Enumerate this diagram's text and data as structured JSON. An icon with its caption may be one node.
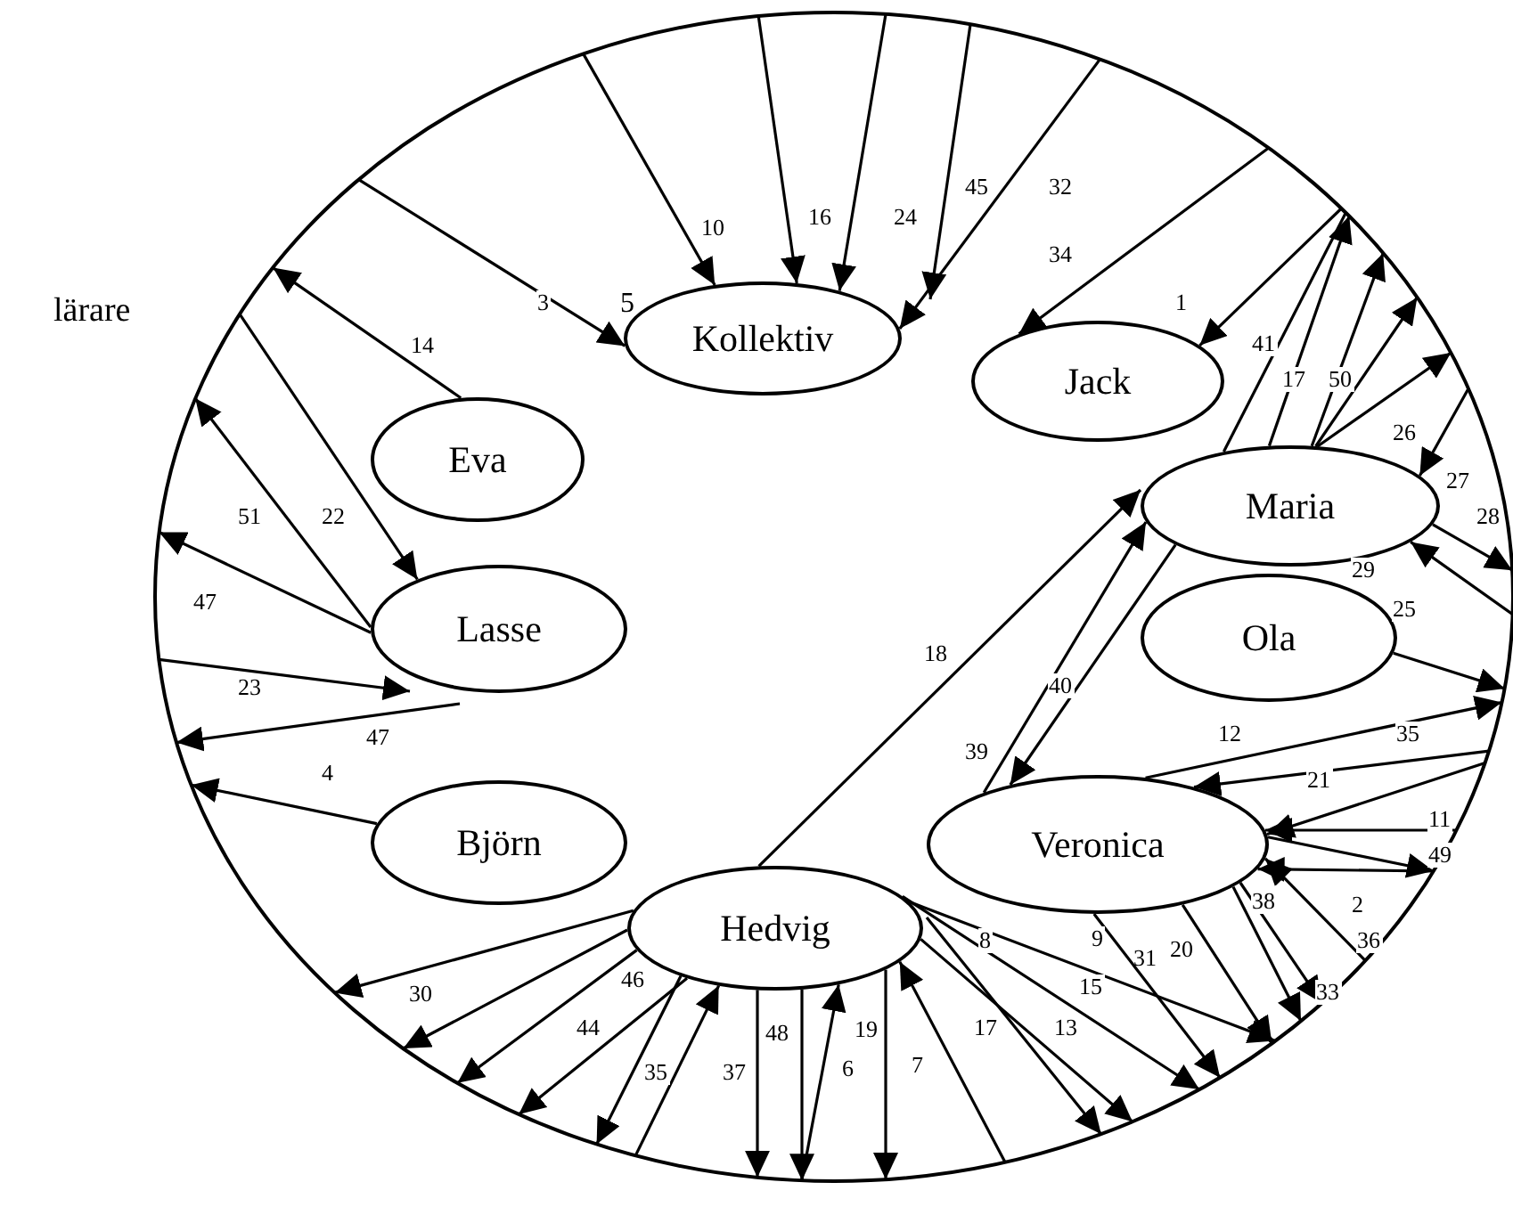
{
  "diagram": {
    "nodes": [
      {
        "text": [
          "lärare"
        ]
      },
      {
        "text": [
          "Kollektiv"
        ],
        "in": 0
      },
      {
        "text": [
          "Jack"
        ],
        "in": 0
      },
      {
        "text": [
          "Eva"
        ],
        "in": 0
      },
      {
        "text": [
          "Lasse"
        ],
        "in": 0
      },
      {
        "text": [
          "Maria"
        ],
        "in": 0
      },
      {
        "text": [
          "Ola"
        ],
        "in": 0
      },
      {
        "text": [
          "Björn"
        ],
        "in": 0
      },
      {
        "text": [
          "Veronica"
        ],
        "in": 0
      },
      {
        "text": [
          "Hedvig"
        ],
        "in": 0
      }
    ],
    "edges": [
      {
        "from": 0,
        "to": 1,
        "arrow": "to",
        "label": "10"
      },
      {
        "from": 0,
        "to": 1,
        "arrow": "to",
        "label": "3"
      },
      {
        "from": 0,
        "to": 1,
        "arrow": "to",
        "label": "16"
      },
      {
        "from": 0,
        "to": 1,
        "arrow": "to",
        "label": "24"
      },
      {
        "from": 0,
        "to": 1,
        "arrow": "to",
        "label": "45"
      },
      {
        "from": 0,
        "to": 1,
        "arrow": "to",
        "label": "32"
      },
      {
        "from": 0,
        "to": 2,
        "arrow": "to",
        "label": "34"
      },
      {
        "from": 0,
        "to": 2,
        "arrow": "to",
        "label": "1"
      },
      {
        "from": 3,
        "to": 0,
        "arrow": "to",
        "label": "14"
      },
      {
        "from": 0,
        "to": 4,
        "arrow": "to",
        "label": "22"
      },
      {
        "from": 4,
        "to": 0,
        "arrow": "to",
        "label": "51"
      },
      {
        "from": 4,
        "to": 0,
        "arrow": "to",
        "label": "47"
      },
      {
        "from": 0,
        "to": 4,
        "arrow": "to",
        "label": "23"
      },
      {
        "from": 4,
        "to": 0,
        "arrow": "to",
        "label": "47"
      },
      {
        "from": 7,
        "to": 0,
        "arrow": "to",
        "label": "4"
      },
      {
        "from": 5,
        "to": 0,
        "arrow": "none",
        "label": "41"
      },
      {
        "from": 5,
        "to": 0,
        "arrow": "to",
        "label": "17"
      },
      {
        "from": 5,
        "to": 0,
        "arrow": "to",
        "label": "50"
      },
      {
        "from": 5,
        "to": 0,
        "arrow": "to"
      },
      {
        "from": 5,
        "to": 0,
        "arrow": "to",
        "label": "26"
      },
      {
        "from": 0,
        "to": 5,
        "arrow": "to",
        "label": "27"
      },
      {
        "from": 5,
        "to": 0,
        "arrow": "to",
        "label": "28"
      },
      {
        "from": 0,
        "to": 5,
        "arrow": "to",
        "label": "29"
      },
      {
        "from": 6,
        "to": 0,
        "arrow": "to",
        "label": "25"
      },
      {
        "from": 9,
        "to": 5,
        "arrow": "to",
        "label": "18"
      },
      {
        "from": 5,
        "to": 8,
        "arrow": "to",
        "label": "40"
      },
      {
        "from": 8,
        "to": 5,
        "arrow": "to",
        "label": "39"
      },
      {
        "from": 8,
        "to": 0,
        "arrow": "to",
        "label": "12"
      },
      {
        "from": 0,
        "to": 8,
        "arrow": "to",
        "label": "35"
      },
      {
        "from": 0,
        "to": 8,
        "arrow": "to",
        "label": "21"
      },
      {
        "from": 0,
        "to": 8,
        "arrow": "to",
        "label": "11"
      },
      {
        "from": 8,
        "to": 0,
        "arrow": "to",
        "label": "49"
      },
      {
        "from": 0,
        "to": 8,
        "arrow": "to",
        "label": "2"
      },
      {
        "from": 0,
        "to": 8,
        "arrow": "to",
        "label": "36"
      },
      {
        "from": 8,
        "to": 0,
        "arrow": "to",
        "label": "38"
      },
      {
        "from": 8,
        "to": 0,
        "arrow": "to",
        "label": "33"
      },
      {
        "from": 8,
        "to": 0,
        "arrow": "to",
        "label": "20"
      },
      {
        "from": 8,
        "to": 0,
        "arrow": "to",
        "label": "9"
      },
      {
        "from": 9,
        "to": 0,
        "arrow": "to",
        "label": "8"
      },
      {
        "from": 9,
        "to": 0,
        "arrow": "to",
        "label": "15"
      },
      {
        "from": 9,
        "to": 0,
        "arrow": "to",
        "label": "13"
      },
      {
        "from": 9,
        "to": 0,
        "arrow": "to",
        "label": "17"
      },
      {
        "from": 0,
        "to": 9,
        "arrow": "to",
        "label": "7"
      },
      {
        "from": 9,
        "to": 0,
        "arrow": "to",
        "label": "19"
      },
      {
        "from": 0,
        "to": 9,
        "arrow": "to",
        "label": "6"
      },
      {
        "from": 9,
        "to": 0,
        "arrow": "to",
        "label": "48"
      },
      {
        "from": 9,
        "to": 0,
        "arrow": "to",
        "label": "37"
      },
      {
        "from": 0,
        "to": 9,
        "arrow": "to"
      },
      {
        "from": 9,
        "to": 0,
        "arrow": "to",
        "label": "35"
      },
      {
        "from": 9,
        "to": 0,
        "arrow": "to",
        "label": "44"
      },
      {
        "from": 9,
        "to": 0,
        "arrow": "to",
        "label": "46"
      },
      {
        "from": 9,
        "to": 0,
        "arrow": "to"
      },
      {
        "from": 9,
        "to": 0,
        "arrow": "to",
        "label": "30"
      }
    ],
    "labels": [
      "5",
      "31"
    ]
  }
}
